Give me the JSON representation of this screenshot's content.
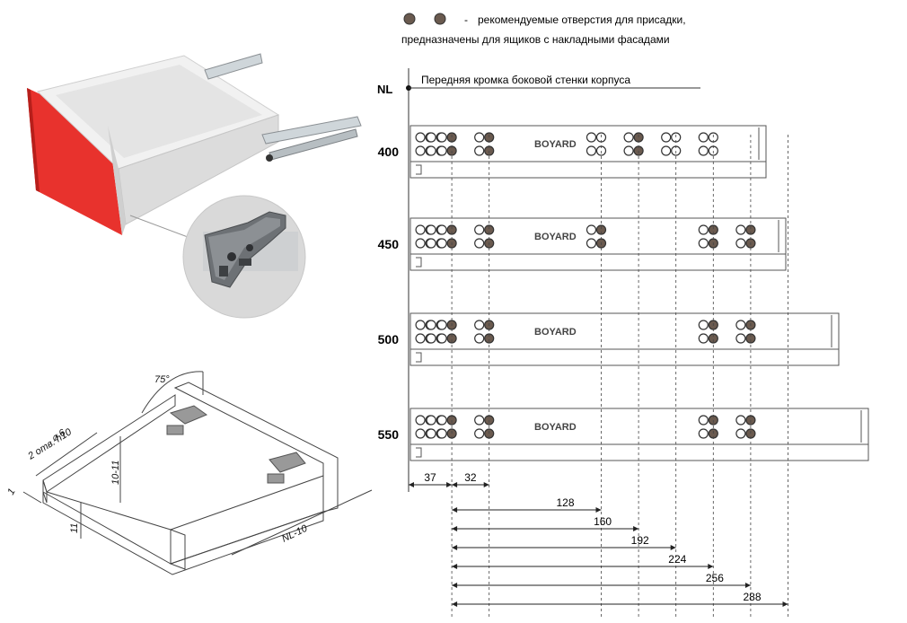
{
  "legend": {
    "marker": "-",
    "line1": "рекомендуемые отверстия для присадки,",
    "line2": "предназначены для ящиков с накладными фасадами"
  },
  "nl": {
    "label": "NL",
    "caption": "Передняя кромка боковой стенки корпуса"
  },
  "rails": [
    {
      "length": "400",
      "brand": "BOYARD"
    },
    {
      "length": "450",
      "brand": "BOYARD"
    },
    {
      "length": "500",
      "brand": "BOYARD"
    },
    {
      "length": "550",
      "brand": "BOYARD"
    }
  ],
  "dimensions": {
    "offset_left": "37",
    "offset_step": "32",
    "spacing": [
      "128",
      "160",
      "192",
      "224",
      "256",
      "288"
    ]
  },
  "sketch": {
    "angle": "75°",
    "hole_spec_top": "⌀ 6",
    "hole_spec_bottom": "2 отв. h10",
    "dim_side": "1",
    "dim_height": "10-11",
    "dim_bottom": "11",
    "dim_length": "NL-10"
  },
  "colors": {
    "front_panel": "#e8322d",
    "rail_fill": "#ffffff",
    "rail_stroke": "#555555",
    "hole_dark": "#6a5a4f"
  }
}
